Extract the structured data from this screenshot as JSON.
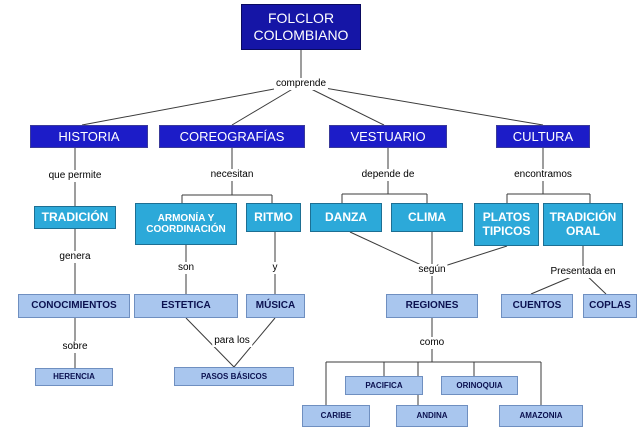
{
  "title": "FOLCLOR\nCOLOMBIANO",
  "root_link": "comprende",
  "categories": {
    "historia": "HISTORIA",
    "coreografias": "COREOGRAFÍAS",
    "vestuario": "VESTUARIO",
    "cultura": "CULTURA"
  },
  "links": {
    "que_permite": "que permite",
    "necesitan": "necesitan",
    "depende_de": "depende de",
    "encontramos": "encontramos",
    "genera": "genera",
    "son": "son",
    "y": "y",
    "segun": "según",
    "presentada_en": "Presentada en",
    "sobre": "sobre",
    "para_los": "para los",
    "como": "como"
  },
  "nodes": {
    "tradicion": "TRADICIÓN",
    "armonia": "ARMONÍA Y\nCOORDINACIÓN",
    "ritmo": "RITMO",
    "danza": "DANZA",
    "clima": "CLIMA",
    "platos": "PLATOS\nTIPICOS",
    "tradicion_oral": "TRADICIÓN\nORAL",
    "conocimientos": "CONOCIMIENTOS",
    "estetica": "ESTETICA",
    "musica": "MÚSICA",
    "regiones": "REGIONES",
    "cuentos": "CUENTOS",
    "coplas": "COPLAS",
    "herencia": "HERENCIA",
    "pasos": "PASOS BÁSICOS",
    "pacifica": "PACIFICA",
    "orinoquia": "ORINOQUIA",
    "caribe": "CARIBE",
    "andina": "ANDINA",
    "amazonia": "AMAZONIA"
  }
}
